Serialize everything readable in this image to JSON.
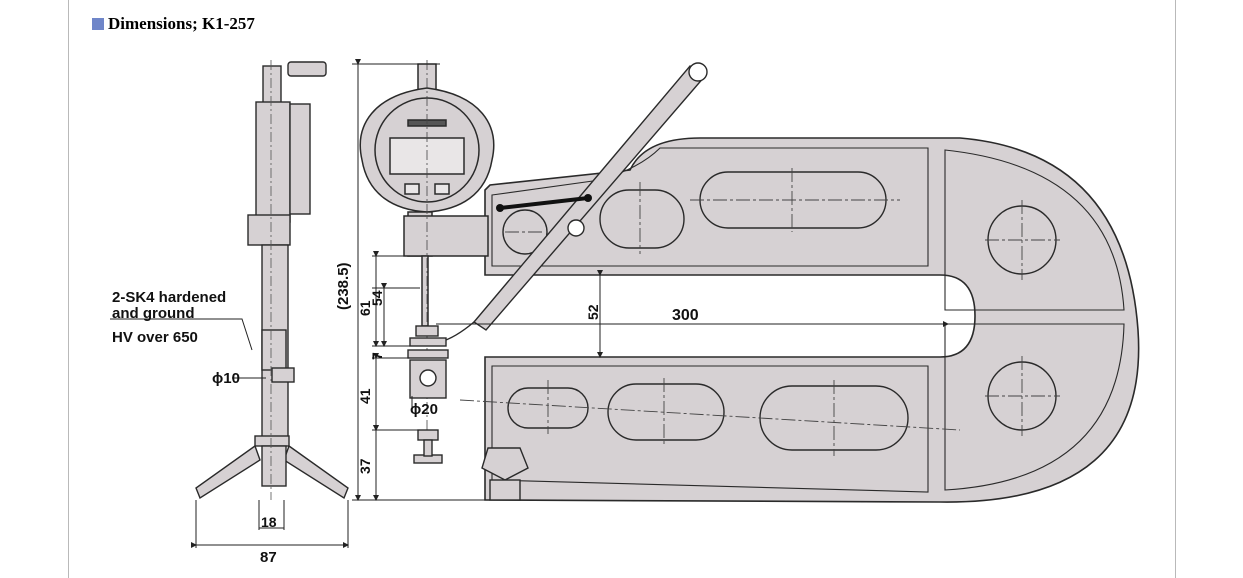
{
  "heading": {
    "icon": "square-bullet-icon",
    "text": "Dimensions; K1-257",
    "bullet_color": "#6f86c9"
  },
  "colors": {
    "part_fill": "#d6d1d3",
    "line": "#2a2a2a",
    "background": "#ffffff"
  },
  "labels": {
    "material_line1": "2-SK4 hardened",
    "material_line2": "and ground",
    "hardness": "HV over 650",
    "dia_10": "ϕ10",
    "dia_20": "ϕ20",
    "w_18": "18",
    "w_87": "87",
    "h_238": "(238.5)",
    "h_61": "61",
    "h_54": "54",
    "h_7": "7",
    "h_41": "41",
    "h_37": "37",
    "h_52": "52",
    "depth_300": "300"
  }
}
